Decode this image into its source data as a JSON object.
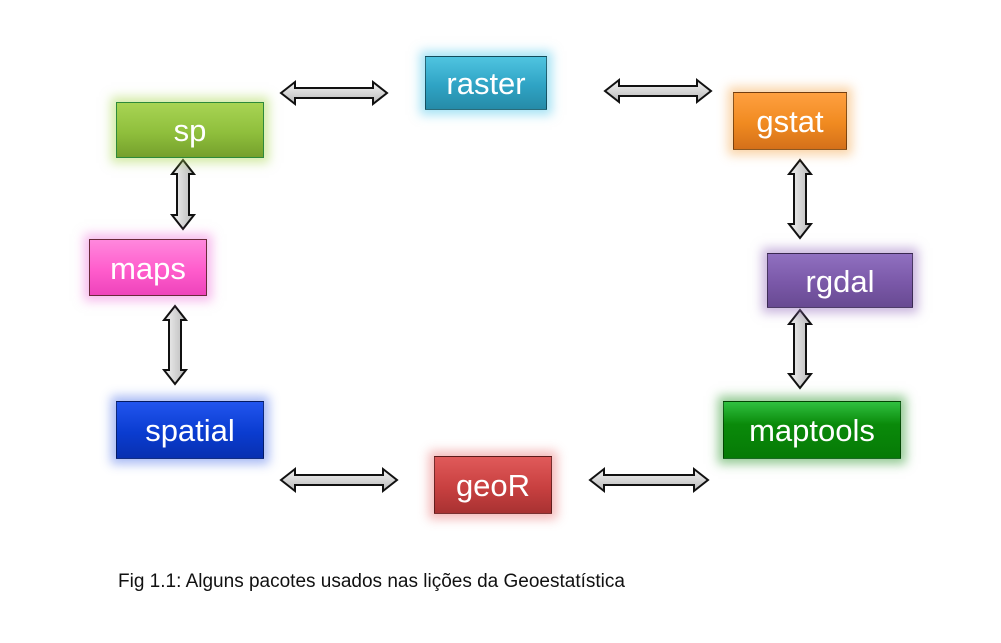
{
  "figure": {
    "packages": {
      "raster": "raster",
      "sp": "sp",
      "gstat": "gstat",
      "maps": "maps",
      "rgdal": "rgdal",
      "spatial": "spatial",
      "maptools": "maptools",
      "geoR": "geoR"
    },
    "colors": {
      "raster": "#2fa3c4",
      "sp": "#8fbf3c",
      "gstat": "#f08a20",
      "maps": "#ff5ccc",
      "rgdal": "#7a58a8",
      "spatial": "#0a3cd0",
      "maptools": "#0a8a0a",
      "geoR": "#c84040"
    },
    "connections": [
      [
        "sp",
        "raster"
      ],
      [
        "raster",
        "gstat"
      ],
      [
        "sp",
        "maps"
      ],
      [
        "maps",
        "spatial"
      ],
      [
        "gstat",
        "rgdal"
      ],
      [
        "rgdal",
        "maptools"
      ],
      [
        "spatial",
        "geoR"
      ],
      [
        "geoR",
        "maptools"
      ]
    ],
    "caption": "Fig 1.1: Alguns pacotes usados nas lições da Geoestatística"
  }
}
